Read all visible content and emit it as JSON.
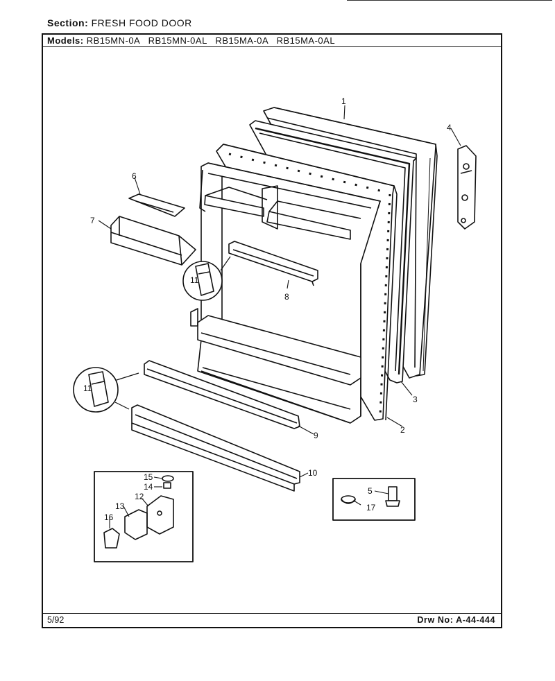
{
  "header": {
    "section_label": "Section:",
    "section_value": "FRESH FOOD DOOR",
    "models_label": "Models:",
    "models_value": "RB15MN-0A  RB15MN-0AL  RB15MA-0A  RB15MA-0AL"
  },
  "footer": {
    "date": "5/92",
    "drawing_number": "Drw No: A-44-444"
  },
  "callouts": [
    "1",
    "2",
    "3",
    "4",
    "5",
    "6",
    "7",
    "8",
    "9",
    "10",
    "11",
    "11",
    "12",
    "13",
    "14",
    "15",
    "16",
    "17"
  ]
}
